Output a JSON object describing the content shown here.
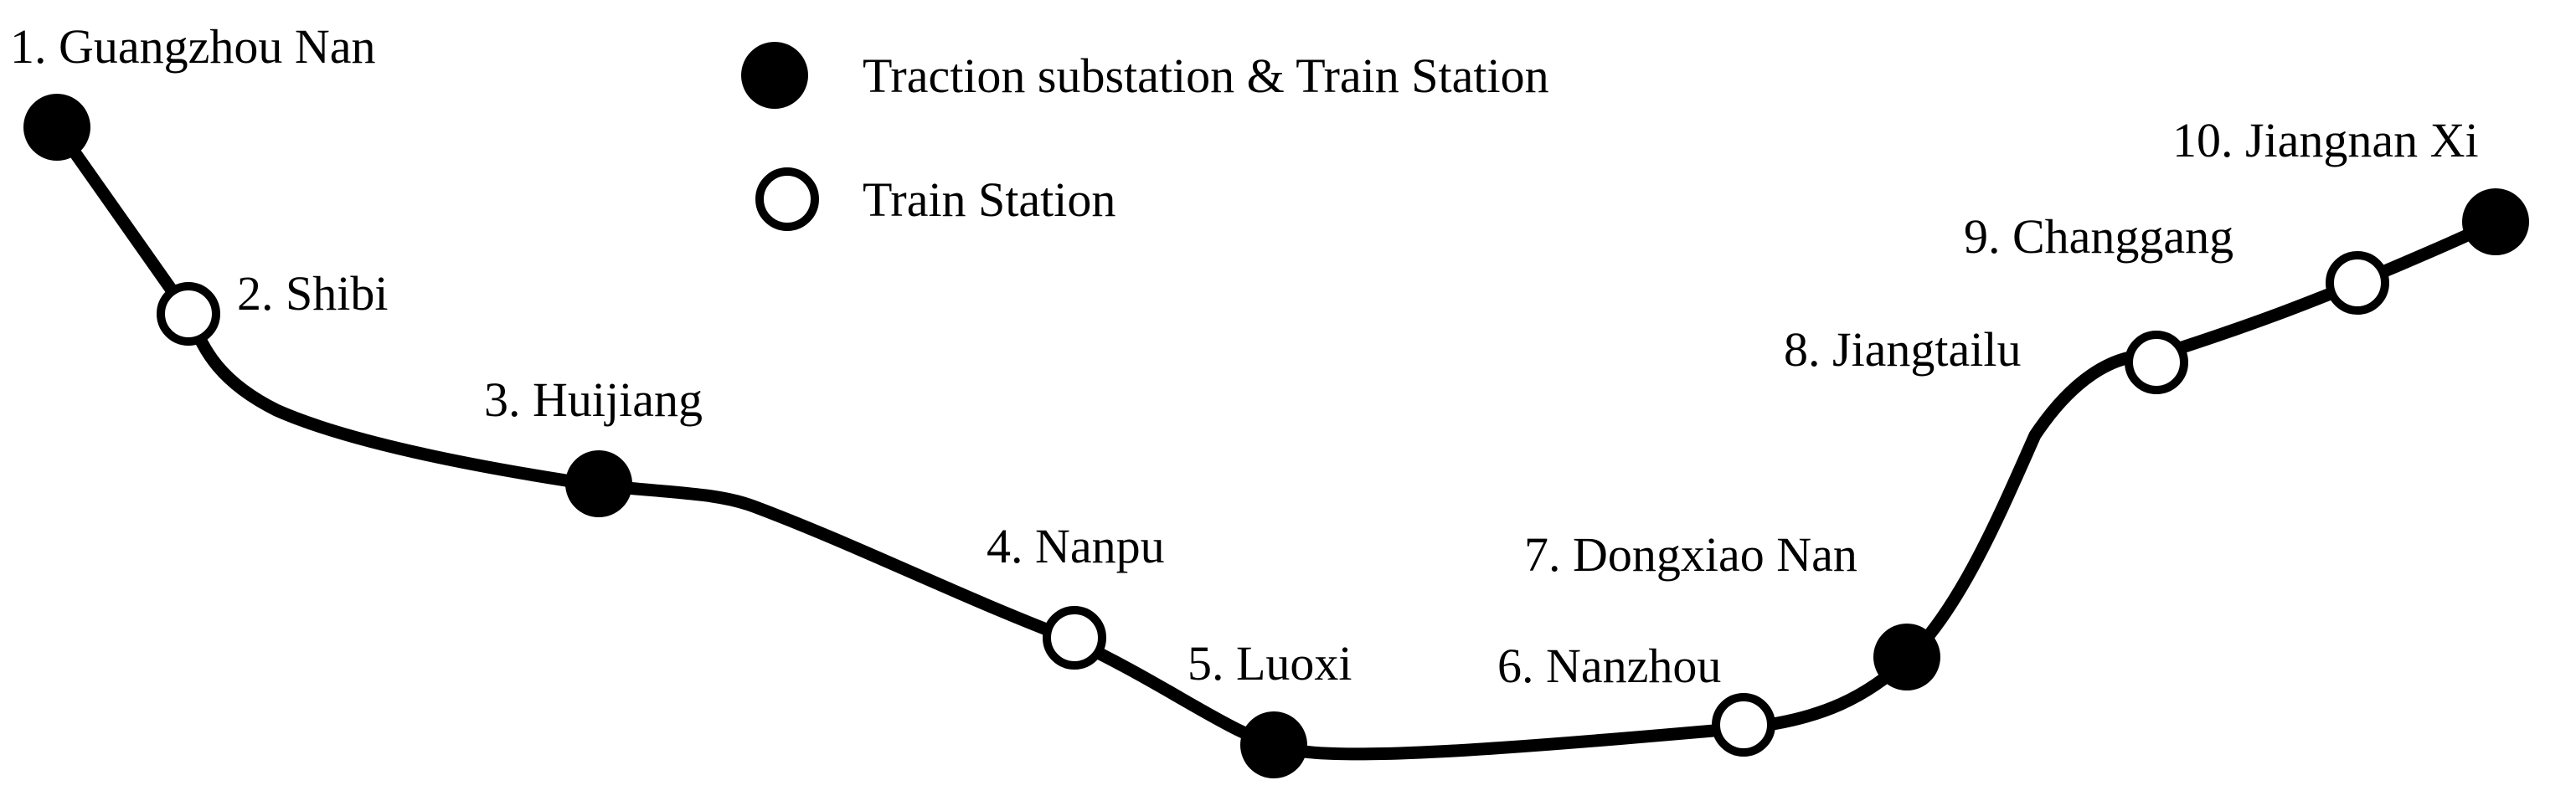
{
  "legend": {
    "substation_label": "Traction substation & Train Station",
    "station_label": "Train Station"
  },
  "stations": [
    {
      "label": "1. Guangzhou Nan",
      "type": "substation"
    },
    {
      "label": "2. Shibi",
      "type": "station"
    },
    {
      "label": "3. Huijiang",
      "type": "substation"
    },
    {
      "label": "4. Nanpu",
      "type": "station"
    },
    {
      "label": "5. Luoxi",
      "type": "substation"
    },
    {
      "label": "6. Nanzhou",
      "type": "station"
    },
    {
      "label": "7. Dongxiao Nan",
      "type": "substation"
    },
    {
      "label": "8. Jiangtailu",
      "type": "station"
    },
    {
      "label": "9. Changgang",
      "type": "station"
    },
    {
      "label": "10. Jiangnan Xi",
      "type": "substation"
    }
  ],
  "colors": {
    "line": "#000000",
    "substation_fill": "#000000",
    "station_fill": "#ffffff",
    "background": "#ffffff"
  }
}
